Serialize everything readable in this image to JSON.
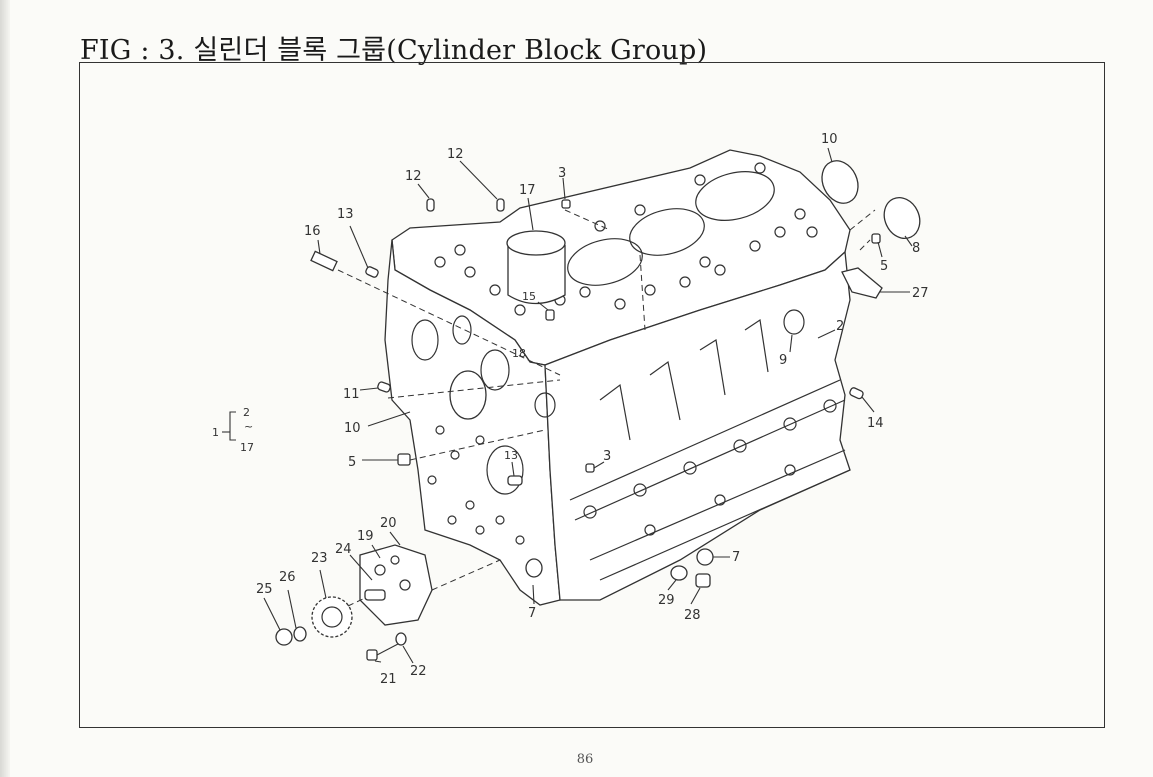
{
  "page": {
    "title": "FIG : 3. 실린더 블록 그룹(Cylinder Block Group)",
    "page_number": "86"
  },
  "callouts": {
    "c10a": "10",
    "c12a": "12",
    "c12b": "12",
    "c3a": "3",
    "c17": "17",
    "c13a": "13",
    "c16": "16",
    "c15": "15",
    "c8": "8",
    "c5a": "5",
    "c27": "27",
    "c2": "2",
    "c9": "9",
    "c18": "18",
    "c11": "11",
    "c10b": "10",
    "c14": "14",
    "c5b": "5",
    "c13b": "13",
    "c3b": "3",
    "c20": "20",
    "c19": "19",
    "c24": "24",
    "c23": "23",
    "c26": "26",
    "c25": "25",
    "c7a": "7",
    "c7b": "7",
    "c29": "29",
    "c28": "28",
    "c21": "21",
    "c22": "22"
  },
  "bracket": {
    "parent": "1",
    "top": "2",
    "mid": "~",
    "bottom": "17"
  }
}
